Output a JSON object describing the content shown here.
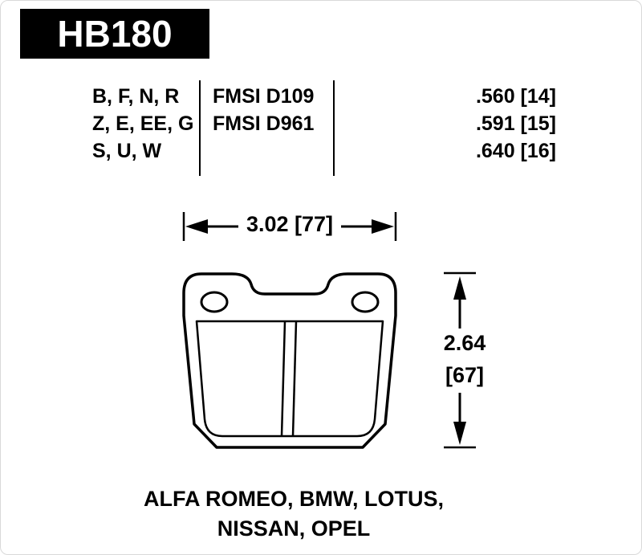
{
  "part_number": "HB180",
  "spec_table": {
    "compound_rows": [
      "B, F, N, R",
      "Z, E, EE, G",
      "S, U, W"
    ],
    "fmsi_rows": [
      "FMSI D109",
      "FMSI D961"
    ],
    "thickness_rows": [
      ".560 [14]",
      ".591 [15]",
      ".640 [16]"
    ]
  },
  "dimensions": {
    "width": "3.02 [77]",
    "height_inches": "2.64",
    "height_mm": "[67]"
  },
  "applications": {
    "line1": "ALFA ROMEO, BMW, LOTUS,",
    "line2": "NISSAN, OPEL"
  },
  "colors": {
    "ink": "#000000",
    "paper": "#ffffff",
    "header_bg": "#000000",
    "header_text": "#ffffff"
  }
}
